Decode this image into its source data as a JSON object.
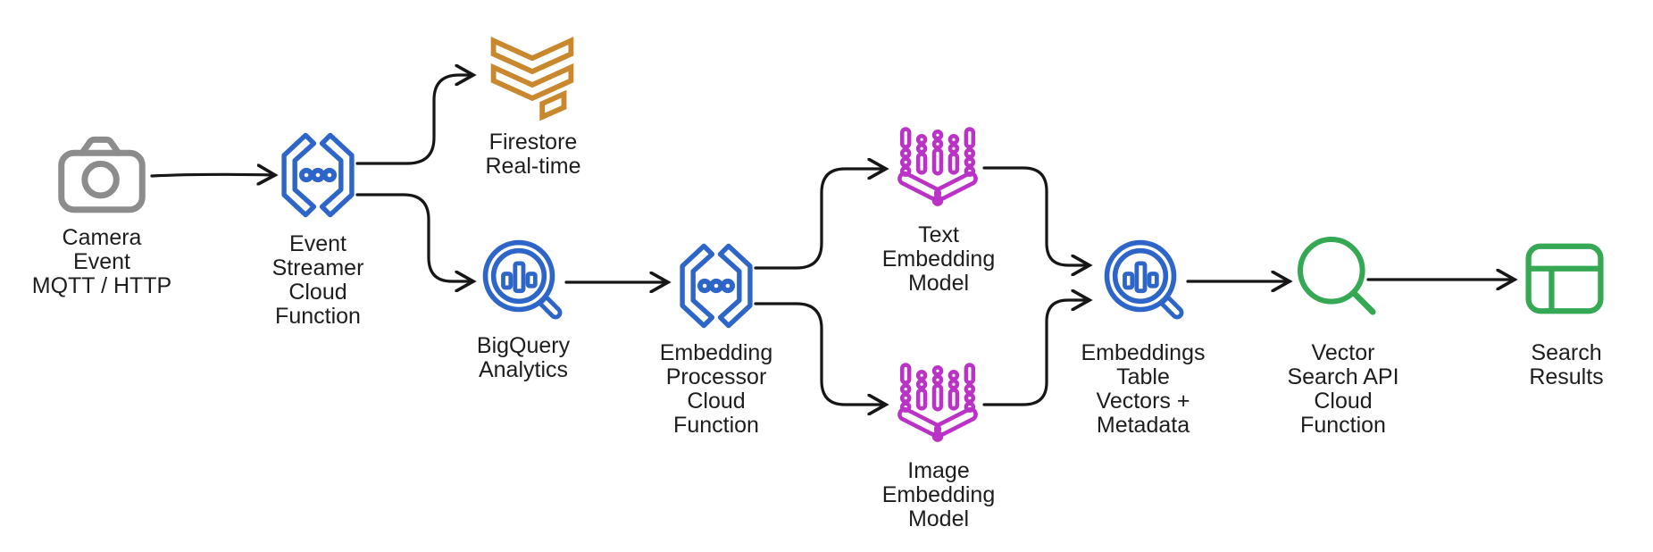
{
  "diagram": {
    "type": "flow-diagram",
    "colors": {
      "arrow": "#161616",
      "text": "#1d1d1f",
      "gray": "#8c8c8c",
      "blue": "#2d66c8",
      "orange": "#c9882e",
      "magenta": "#bb33c6",
      "green": "#34a853",
      "background": "#ffffff"
    },
    "nodes": {
      "camera": {
        "lines": [
          "Camera",
          "Event",
          "MQTT / HTTP"
        ],
        "icon": "camera-icon",
        "color": "#8c8c8c"
      },
      "event_streamer": {
        "lines": [
          "Event",
          "Streamer",
          "Cloud",
          "Function"
        ],
        "icon": "cloud-function-icon",
        "color": "#2d66c8"
      },
      "firestore": {
        "lines": [
          "Firestore",
          "Real-time"
        ],
        "icon": "firestore-icon",
        "color": "#c9882e"
      },
      "bigquery": {
        "lines": [
          "BigQuery",
          "Analytics"
        ],
        "icon": "bigquery-icon",
        "color": "#2d66c8"
      },
      "embedding_processor": {
        "lines": [
          "Embedding",
          "Processor",
          "Cloud",
          "Function"
        ],
        "icon": "cloud-function-icon",
        "color": "#2d66c8"
      },
      "text_embedding": {
        "lines": [
          "Text",
          "Embedding",
          "Model"
        ],
        "icon": "embedding-model-icon",
        "color": "#bb33c6"
      },
      "image_embedding": {
        "lines": [
          "Image",
          "Embedding",
          "Model"
        ],
        "icon": "embedding-model-icon",
        "color": "#bb33c6"
      },
      "embeddings_table": {
        "lines": [
          "Embeddings",
          "Table",
          "Vectors +",
          "Metadata"
        ],
        "icon": "bigquery-icon",
        "color": "#2d66c8"
      },
      "vector_search": {
        "lines": [
          "Vector",
          "Search API",
          "Cloud",
          "Function"
        ],
        "icon": "search-icon",
        "color": "#34a853"
      },
      "search_results": {
        "lines": [
          "Search",
          "Results"
        ],
        "icon": "table-icon",
        "color": "#34a853"
      }
    },
    "edges": [
      {
        "from": "camera",
        "to": "event_streamer"
      },
      {
        "from": "event_streamer",
        "to": "firestore"
      },
      {
        "from": "event_streamer",
        "to": "bigquery"
      },
      {
        "from": "bigquery",
        "to": "embedding_processor"
      },
      {
        "from": "embedding_processor",
        "to": "text_embedding"
      },
      {
        "from": "embedding_processor",
        "to": "image_embedding"
      },
      {
        "from": "text_embedding",
        "to": "embeddings_table"
      },
      {
        "from": "image_embedding",
        "to": "embeddings_table"
      },
      {
        "from": "embeddings_table",
        "to": "vector_search"
      },
      {
        "from": "vector_search",
        "to": "search_results"
      }
    ]
  }
}
